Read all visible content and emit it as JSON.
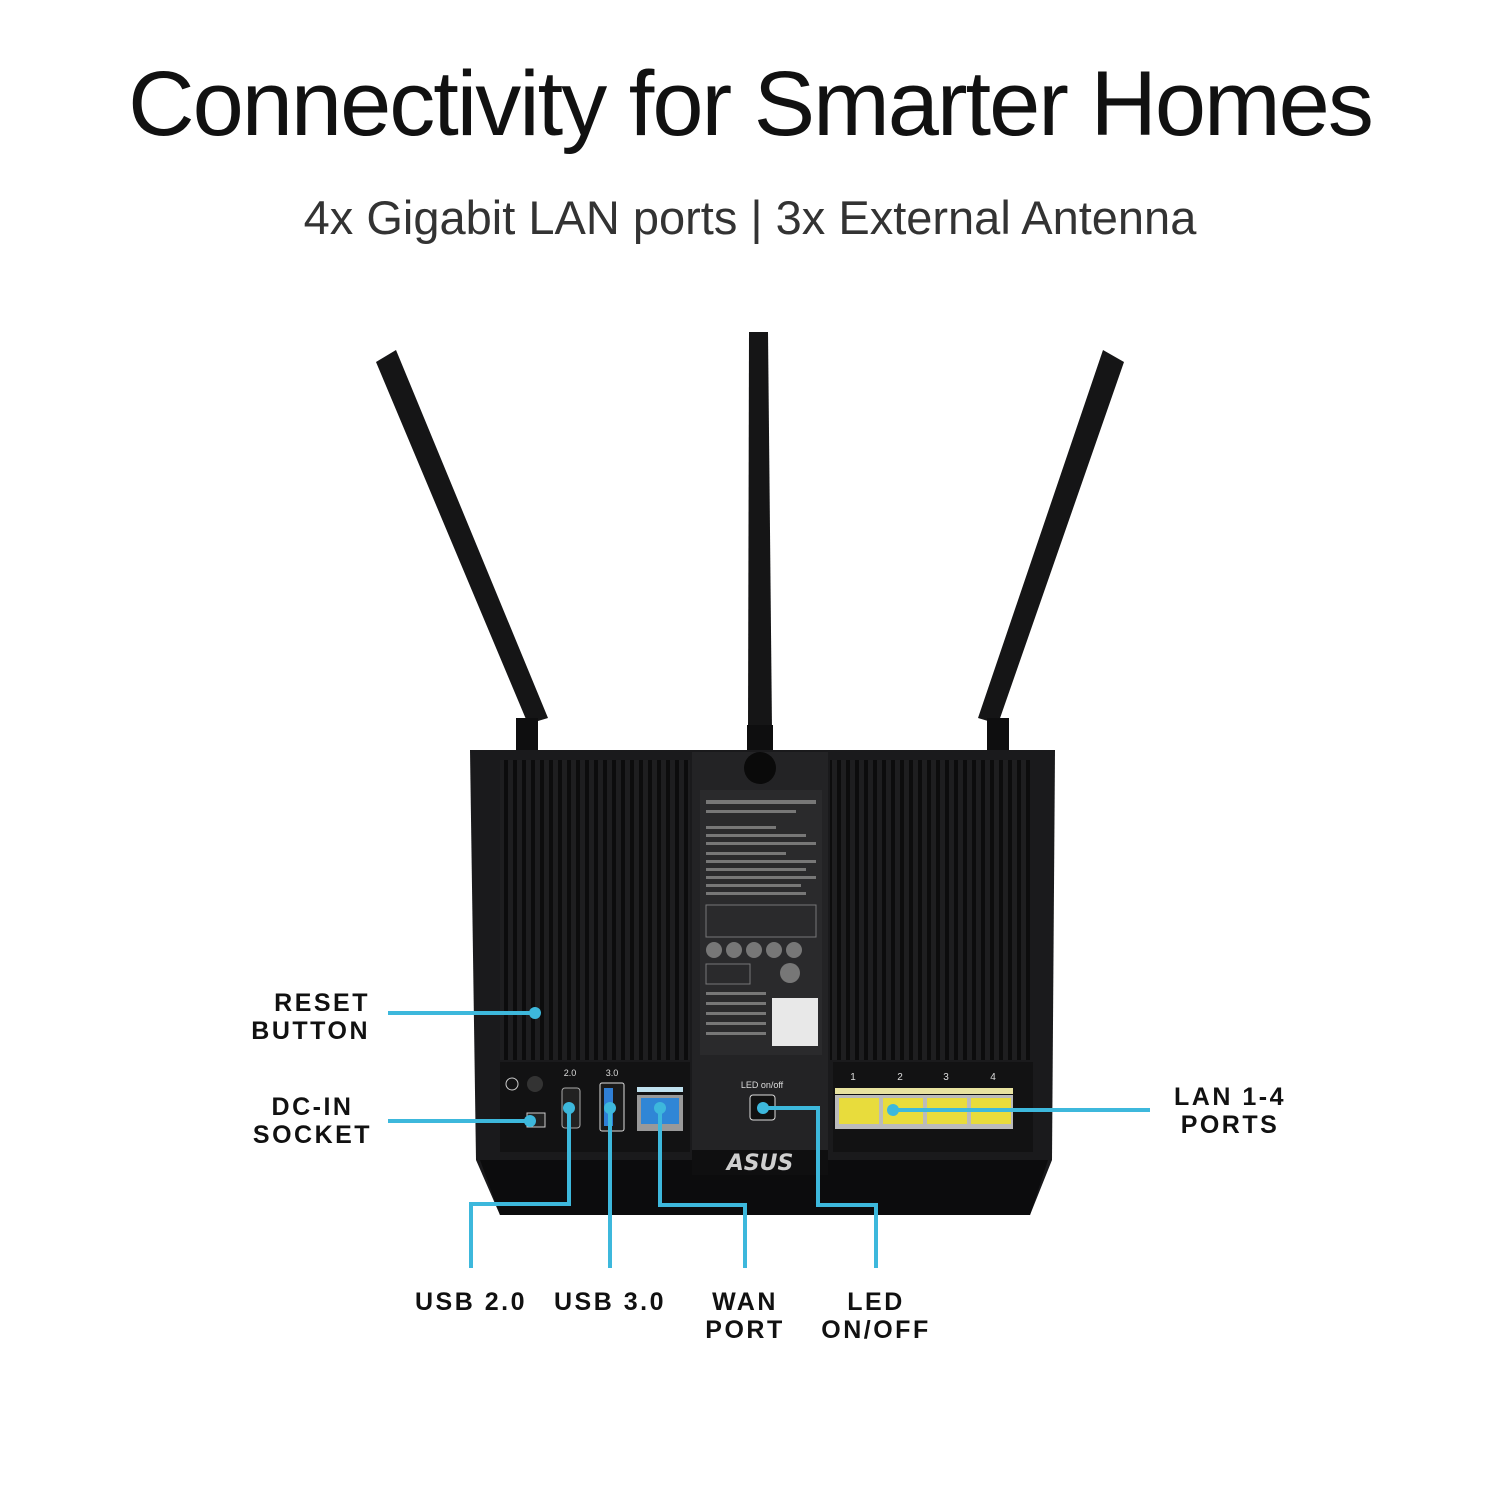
{
  "header": {
    "title": "Connectivity for Smarter Homes",
    "subtitle": "4x Gigabit LAN ports | 3x External Antenna"
  },
  "device": {
    "logo": "ASUS",
    "port_marks": {
      "usb2": "2.0",
      "usb3": "3.0",
      "led": "LED on/off",
      "lan": [
        "1",
        "2",
        "3",
        "4"
      ]
    }
  },
  "callouts": {
    "reset": [
      "RESET",
      "BUTTON"
    ],
    "dcin": [
      "DC-IN",
      "SOCKET"
    ],
    "usb2": [
      "USB 2.0"
    ],
    "usb3": [
      "USB 3.0"
    ],
    "wan": [
      "WAN",
      "PORT"
    ],
    "led": [
      "LED",
      "ON/OFF"
    ],
    "lan": [
      "LAN 1-4",
      "PORTS"
    ]
  },
  "colors": {
    "callout": "#3db8dc",
    "router": "#1c1c1e",
    "lan_ports": "#e8dc3c",
    "wan_port": "#2f86d6"
  }
}
